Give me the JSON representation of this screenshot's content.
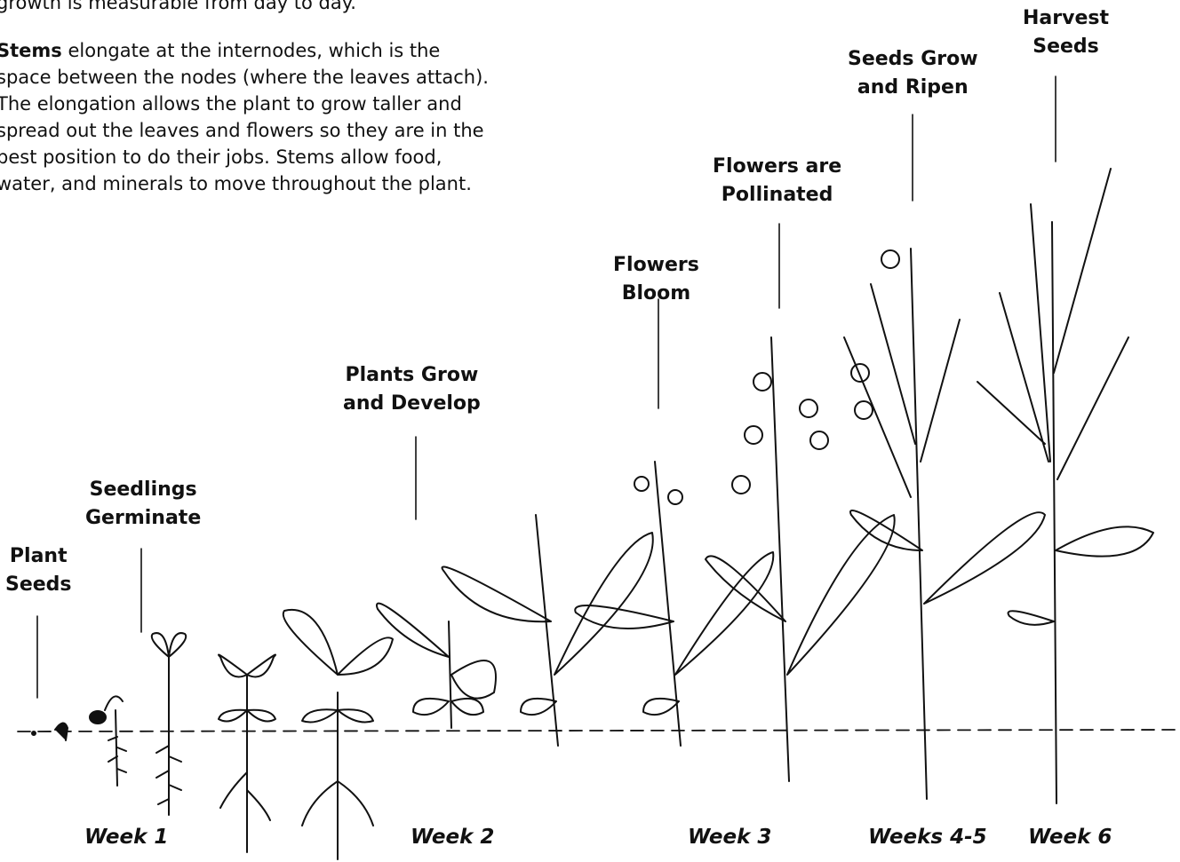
{
  "intro": {
    "line0": "growth is measurable from day to day.",
    "stems_term": "Stems",
    "line1_rest": " elongate at the internodes, which is the",
    "line2": "space between the nodes (where the leaves attach).",
    "line3": "The elongation allows the plant to grow taller and",
    "line4": "spread out the leaves and flowers so they are in the",
    "line5": "best position to do their jobs.  Stems allow food,",
    "line6": "water, and minerals to move throughout the plant."
  },
  "stages": [
    {
      "line1": "Plant",
      "line2": "Seeds"
    },
    {
      "line1": "Seedlings",
      "line2": "Germinate"
    },
    {
      "line1": "Plants Grow",
      "line2": "and Develop"
    },
    {
      "line1": "Flowers",
      "line2": "Bloom"
    },
    {
      "line1": "Flowers are",
      "line2": "Pollinated"
    },
    {
      "line1": "Seeds Grow",
      "line2": "and Ripen"
    },
    {
      "line1": "Harvest",
      "line2": "Seeds"
    }
  ],
  "weeks": [
    "Week 1",
    "Week 2",
    "Week 3",
    "Weeks 4-5",
    "Week 6"
  ],
  "colors": {
    "ink": "#111111",
    "background": "#ffffff"
  }
}
